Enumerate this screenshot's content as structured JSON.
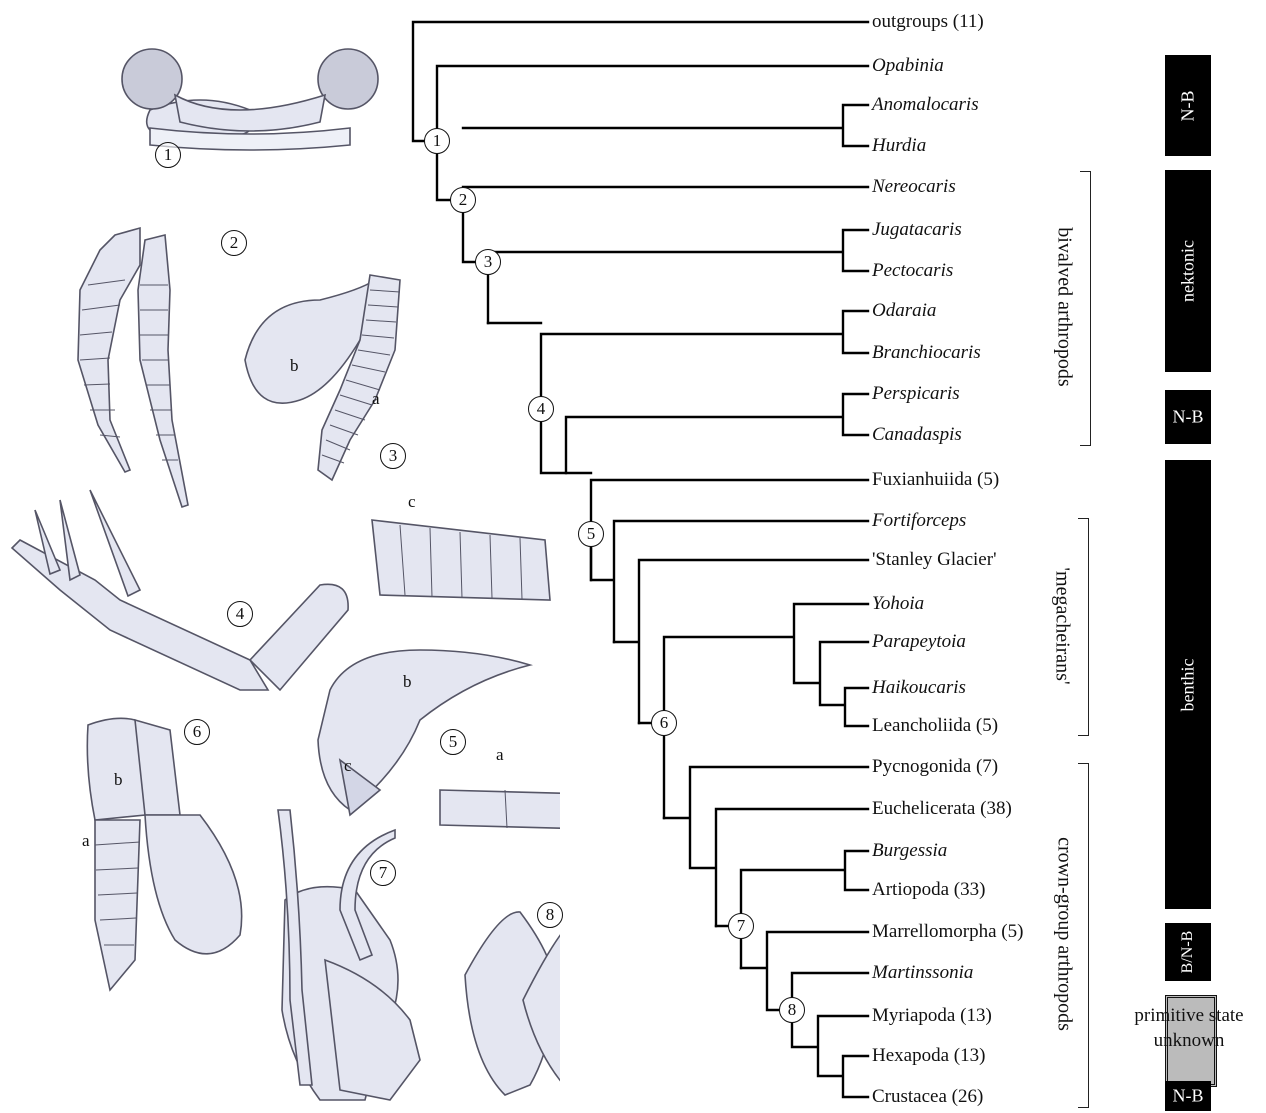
{
  "taxa": [
    {
      "key": "t0",
      "label": "outgroups (11)",
      "italic": false
    },
    {
      "key": "t1",
      "label": "Opabinia",
      "italic": true
    },
    {
      "key": "t2",
      "label": "Anomalocaris",
      "italic": true
    },
    {
      "key": "t3",
      "label": "Hurdia",
      "italic": true
    },
    {
      "key": "t4",
      "label": "Nereocaris",
      "italic": true
    },
    {
      "key": "t5",
      "label": "Jugatacaris",
      "italic": true
    },
    {
      "key": "t6",
      "label": "Pectocaris",
      "italic": true
    },
    {
      "key": "t7",
      "label": "Odaraia",
      "italic": true
    },
    {
      "key": "t8",
      "label": "Branchiocaris",
      "italic": true
    },
    {
      "key": "t9",
      "label": "Perspicaris",
      "italic": true
    },
    {
      "key": "t10",
      "label": "Canadaspis",
      "italic": true
    },
    {
      "key": "t11",
      "label": "Fuxianhuiida (5)",
      "italic": false
    },
    {
      "key": "t12",
      "label": "Fortiforceps",
      "italic": true
    },
    {
      "key": "t13",
      "label": "'Stanley Glacier'",
      "italic": false
    },
    {
      "key": "t14",
      "label": "Yohoia",
      "italic": true
    },
    {
      "key": "t15",
      "label": "Parapeytoia",
      "italic": true
    },
    {
      "key": "t16",
      "label": "Haikoucaris",
      "italic": true
    },
    {
      "key": "t17",
      "label": "Leancholiida (5)",
      "italic": false
    },
    {
      "key": "t18",
      "label": "Pycnogonida (7)",
      "italic": false
    },
    {
      "key": "t19",
      "label": "Euchelicerata (38)",
      "italic": false
    },
    {
      "key": "t20",
      "label": "Burgessia",
      "italic": true
    },
    {
      "key": "t21",
      "label": "Artiopoda (33)",
      "italic": false
    },
    {
      "key": "t22",
      "label": "Marrellomorpha (5)",
      "italic": false
    },
    {
      "key": "t23",
      "label": "Martinssonia",
      "italic": true
    },
    {
      "key": "t24",
      "label": "Myriapoda (13)",
      "italic": false
    },
    {
      "key": "t25",
      "label": "Hexapoda (13)",
      "italic": false
    },
    {
      "key": "t26",
      "label": "Crustacea (26)",
      "italic": false
    }
  ],
  "tree_nodes": [
    "1",
    "2",
    "3",
    "4",
    "5",
    "6",
    "7",
    "8"
  ],
  "groups": [
    "bivalved arthropods",
    "'megacheirans'",
    "crown-group arthropods"
  ],
  "habit_bars": [
    {
      "label": "N-B",
      "orientation": "vertical"
    },
    {
      "label": "nektonic",
      "orientation": "vertical"
    },
    {
      "label": "N-B",
      "orientation": "horizontal"
    },
    {
      "label": "benthic",
      "orientation": "vertical"
    },
    {
      "label": "B/N-B",
      "orientation": "vertical"
    },
    {
      "label": "N-B",
      "orientation": "horizontal"
    }
  ],
  "unknown_key": {
    "line1": "primitive state",
    "line2": "unknown"
  },
  "illustrations": [
    {
      "number": "1",
      "letters": []
    },
    {
      "number": "2",
      "letters": []
    },
    {
      "number": "3",
      "letters": [
        "b",
        "a",
        "c"
      ]
    },
    {
      "number": "4",
      "letters": []
    },
    {
      "number": "5",
      "letters": [
        "b",
        "c",
        "a"
      ]
    },
    {
      "number": "6",
      "letters": [
        "b",
        "a"
      ]
    },
    {
      "number": "7",
      "letters": []
    },
    {
      "number": "8",
      "letters": []
    }
  ],
  "colors": {
    "line": "#000000",
    "illustration_fill": "#e4e6f1",
    "illustration_stroke": "#555566",
    "bar": "#000000",
    "unknown_fill": "#bbbbbb"
  }
}
